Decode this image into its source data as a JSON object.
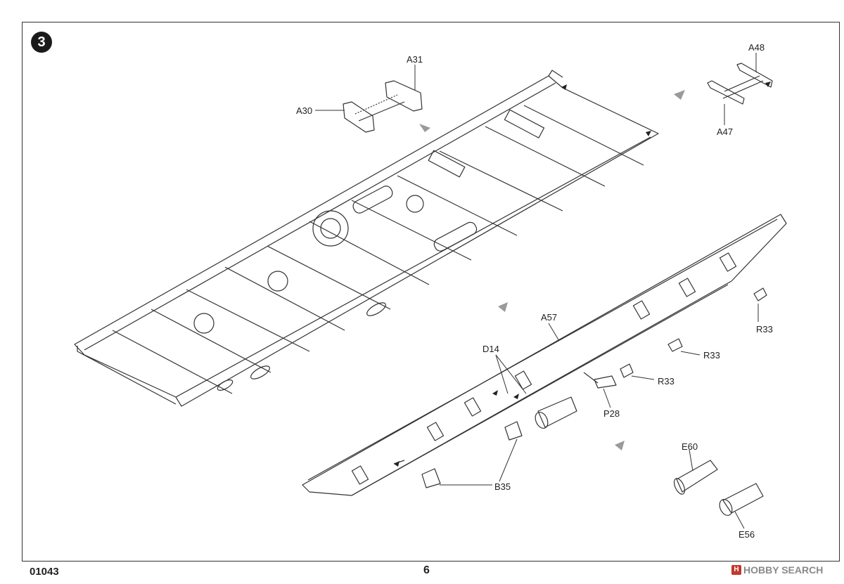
{
  "step": {
    "number": "3"
  },
  "labels": {
    "a31": "A31",
    "a30": "A30",
    "a48": "A48",
    "a47": "A47",
    "a57": "A57",
    "d14": "D14",
    "r33_top": "R33",
    "r33_mid": "R33",
    "r33_low": "R33",
    "p28": "P28",
    "b35": "B35",
    "e60": "E60",
    "e56": "E56"
  },
  "footer": {
    "code": "01043",
    "page": "6"
  },
  "watermark": {
    "logo": "H",
    "text": "HOBBY SEARCH"
  }
}
